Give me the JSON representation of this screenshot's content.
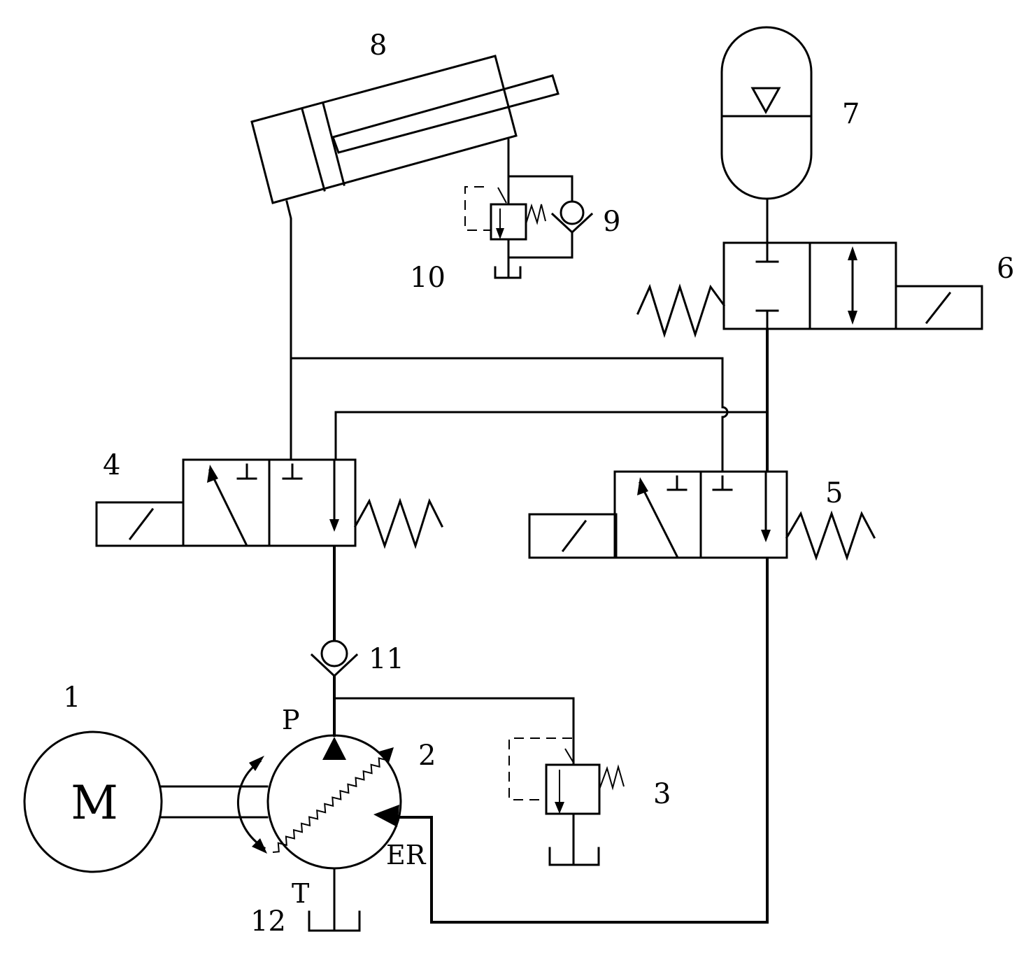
{
  "labels": {
    "motor": "M",
    "n1": "1",
    "n2": "2",
    "n3": "3",
    "n4": "4",
    "n5": "5",
    "n6": "6",
    "n7": "7",
    "n8": "8",
    "n9": "9",
    "n10": "10",
    "n11": "11",
    "n12": "12",
    "port_p": "P",
    "port_t": "T",
    "port_er": "ER"
  }
}
